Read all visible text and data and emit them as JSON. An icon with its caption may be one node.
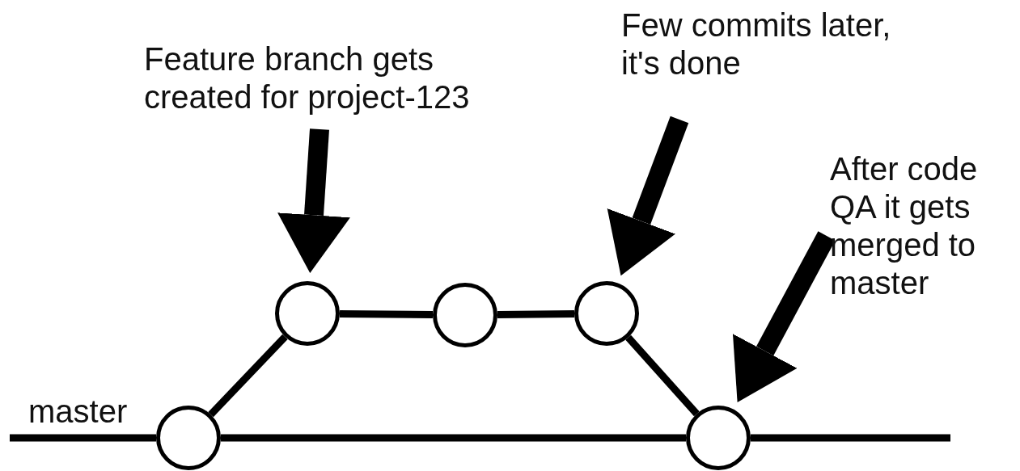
{
  "diagram": {
    "nodes": [
      {
        "text": [
          "Feature branch gets created for project-123"
        ]
      },
      {
        "text": [
          "Few commits later, it's done"
        ]
      },
      {
        "text": [
          "After code QA it gets merged to master"
        ]
      },
      {
        "text": [],
        "shape": "circle"
      },
      {
        "text": [],
        "shape": "circle"
      },
      {
        "text": [],
        "shape": "circle"
      },
      {
        "text": [],
        "shape": "circle"
      },
      {
        "text": [],
        "shape": "circle"
      }
    ],
    "edges": [
      {
        "from": 0,
        "to": 3,
        "arrow": "to",
        "style": "thick"
      },
      {
        "from": 1,
        "to": 5,
        "arrow": "to",
        "style": "thick"
      },
      {
        "from": 2,
        "to": 7,
        "arrow": "to",
        "style": "thick"
      },
      {
        "from": 6,
        "to": 3,
        "arrow": "none"
      },
      {
        "from": 3,
        "to": 4,
        "arrow": "none"
      },
      {
        "from": 4,
        "to": 5,
        "arrow": "none"
      },
      {
        "from": 5,
        "to": 7,
        "arrow": "none"
      },
      {
        "from": null,
        "to": 6,
        "arrow": "none"
      },
      {
        "from": 6,
        "to": 7,
        "arrow": "none"
      },
      {
        "from": 7,
        "to": null,
        "arrow": "none"
      }
    ],
    "labels": [
      "master"
    ]
  }
}
